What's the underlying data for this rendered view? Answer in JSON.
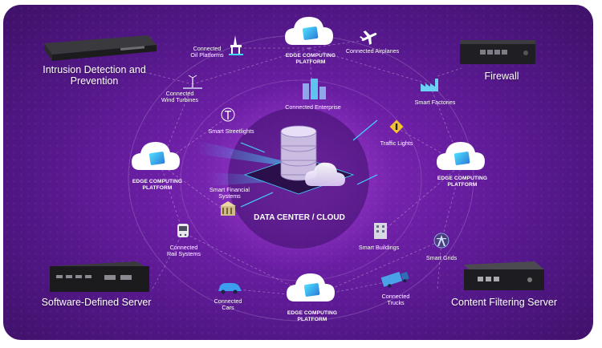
{
  "colors": {
    "background": "#5a1a91",
    "accent_cyan": "#42d6ff",
    "text": "#ffffff"
  },
  "center": {
    "label": "DATA CENTER / CLOUD"
  },
  "edge_platforms": [
    {
      "line1": "EDGE COMPUTING",
      "line2": "PLATFORM"
    },
    {
      "line1": "EDGE COMPUTING",
      "line2": "PLATFORM"
    },
    {
      "line1": "EDGE COMPUTING",
      "line2": "PLATFORM"
    },
    {
      "line1": "EDGE COMPUTING",
      "line2": "PLATFORM"
    }
  ],
  "devices": {
    "intrusion": {
      "line1": "Intrusion Detection and",
      "line2": "Prevention"
    },
    "firewall": {
      "label": "Firewall"
    },
    "sds": {
      "label": "Software-Defined Server"
    },
    "content_filter": {
      "label": "Content Filtering Server"
    }
  },
  "nodes": {
    "oil": {
      "line1": "Connected",
      "line2": "Oil Platforms"
    },
    "airplanes": {
      "label": "Connected Airplanes"
    },
    "wind": {
      "line1": "Connected",
      "line2": "Wind Turbines"
    },
    "enterprise": {
      "label": "Connected Enterprise"
    },
    "factories": {
      "label": "Smart Factories"
    },
    "streetlights": {
      "label": "Smart Streetlights"
    },
    "traffic": {
      "label": "Traffic Lights"
    },
    "financial": {
      "line1": "Smart Financial",
      "line2": "Systems"
    },
    "rail": {
      "line1": "Connected",
      "line2": "Rail Systems"
    },
    "buildings": {
      "label": "Smart Buildings"
    },
    "grids": {
      "label": "Smart Grids"
    },
    "cars": {
      "line1": "Connected",
      "line2": "Cars"
    },
    "trucks": {
      "line1": "Connected",
      "line2": "Trucks"
    }
  }
}
